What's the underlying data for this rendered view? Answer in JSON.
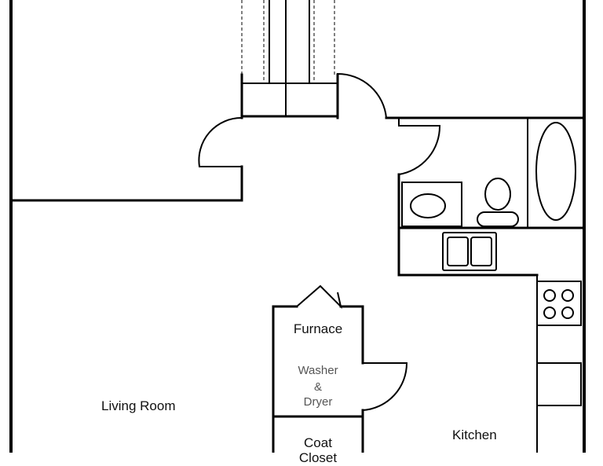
{
  "colors": {
    "wall": "#000000",
    "fixture": "#000000",
    "background": "#ffffff",
    "muted_label": "#555555"
  },
  "rooms": {
    "living_room": "Living Room",
    "kitchen": "Kitchen",
    "furnace": "Furnace",
    "washer_line1": "Washer",
    "washer_line2": "&",
    "washer_line3": "Dryer",
    "coat_line1": "Coat",
    "coat_line2": "Closet"
  }
}
